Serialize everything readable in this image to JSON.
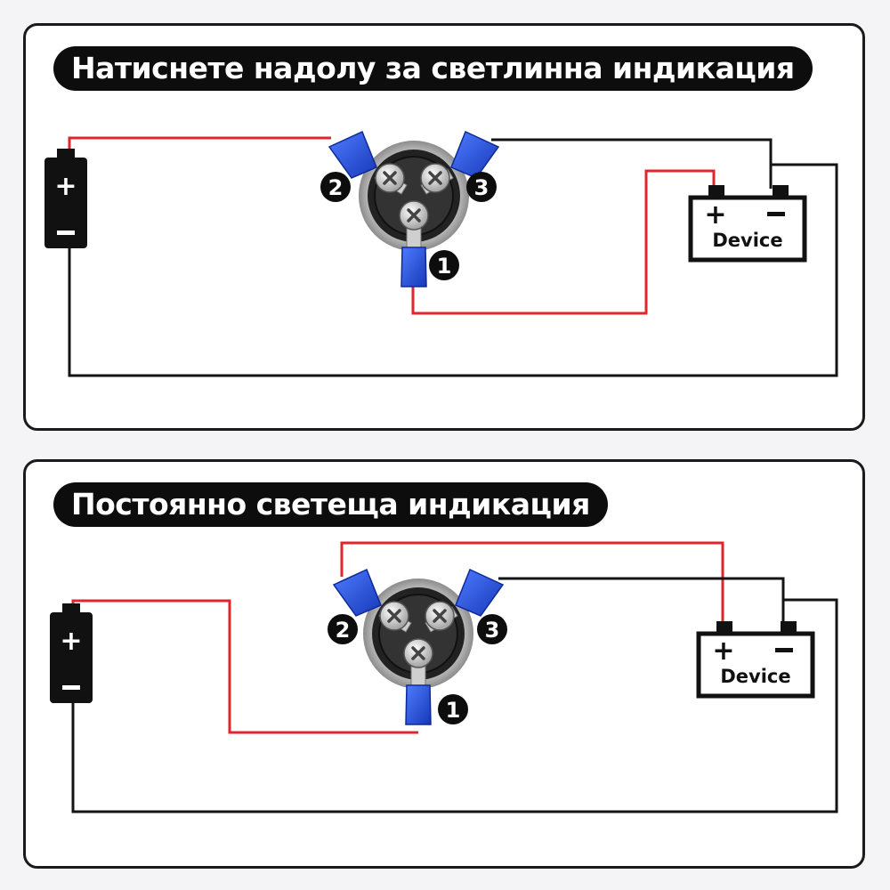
{
  "panels": [
    {
      "title": "Натиснете надолу за светлинна индикация"
    },
    {
      "title": "Постоянно светеща индикация"
    }
  ],
  "terminals": {
    "t1": "1",
    "t2": "2",
    "t3": "3"
  },
  "battery": {
    "plus": "+",
    "minus": "-"
  },
  "device": {
    "label": "Device",
    "plus": "+",
    "minus": "-"
  },
  "colors": {
    "wire_red": "#e0262c",
    "wire_black": "#141414",
    "terminal_blue": "#1f4fd6"
  }
}
